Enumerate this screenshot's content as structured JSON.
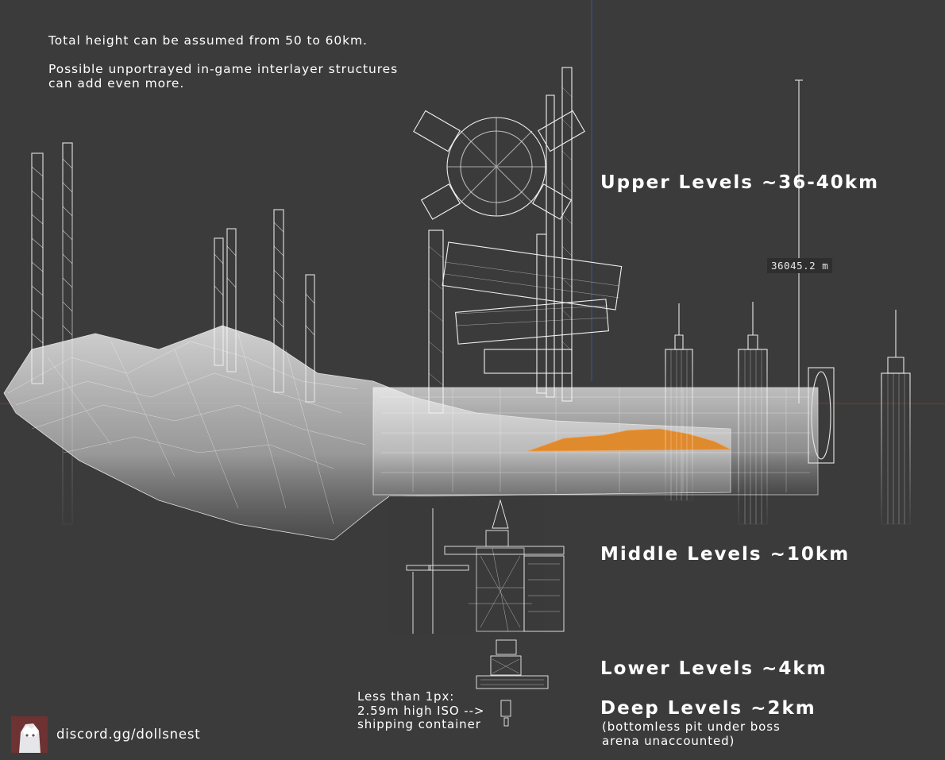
{
  "notes": {
    "total_height": "Total height can be assumed from 50 to 60km.",
    "possible_structures": "Possible unportrayed in-game interlayer structures can add even more."
  },
  "levels": {
    "upper": "Upper Levels ~36-40km",
    "middle": "Middle Levels ~10km",
    "lower": "Lower Levels ~4km",
    "deep": "Deep Levels ~2km",
    "deep_note": "(bottomless pit under boss arena unaccounted)"
  },
  "measurement": {
    "label": "36045.2 m"
  },
  "container_note": {
    "line1": "Less than 1px:",
    "line2": "2.59m high ISO -->",
    "line3": "shipping container"
  },
  "footer": {
    "discord": "discord.gg/dollsnest"
  },
  "colors": {
    "background": "#3b3b3b",
    "wireframe": "#ffffff",
    "highlight": "#e08a2e",
    "axis_red": "#b03030",
    "axis_blue": "#3050a0"
  }
}
